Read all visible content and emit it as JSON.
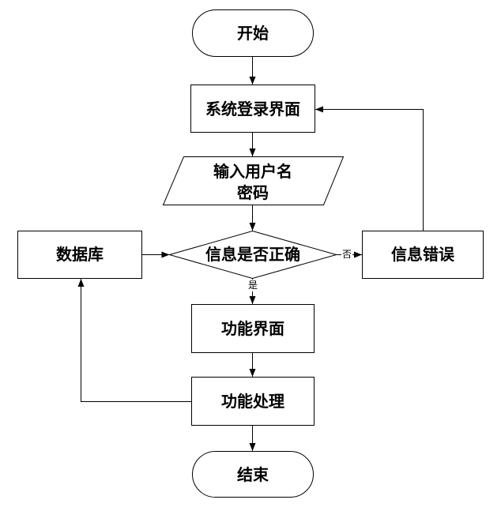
{
  "flowchart": {
    "start": {
      "label": "开始"
    },
    "login": {
      "label": "系统登录界面"
    },
    "input": {
      "line1": "输入用户名",
      "line2": "密码"
    },
    "check": {
      "label": "信息是否正确"
    },
    "database": {
      "label": "数据库"
    },
    "error": {
      "label": "信息错误"
    },
    "function_ui": {
      "label": "功能界面"
    },
    "function_process": {
      "label": "功能处理"
    },
    "end": {
      "label": "结束"
    }
  },
  "edge_labels": {
    "no": "否",
    "yes": "是"
  }
}
